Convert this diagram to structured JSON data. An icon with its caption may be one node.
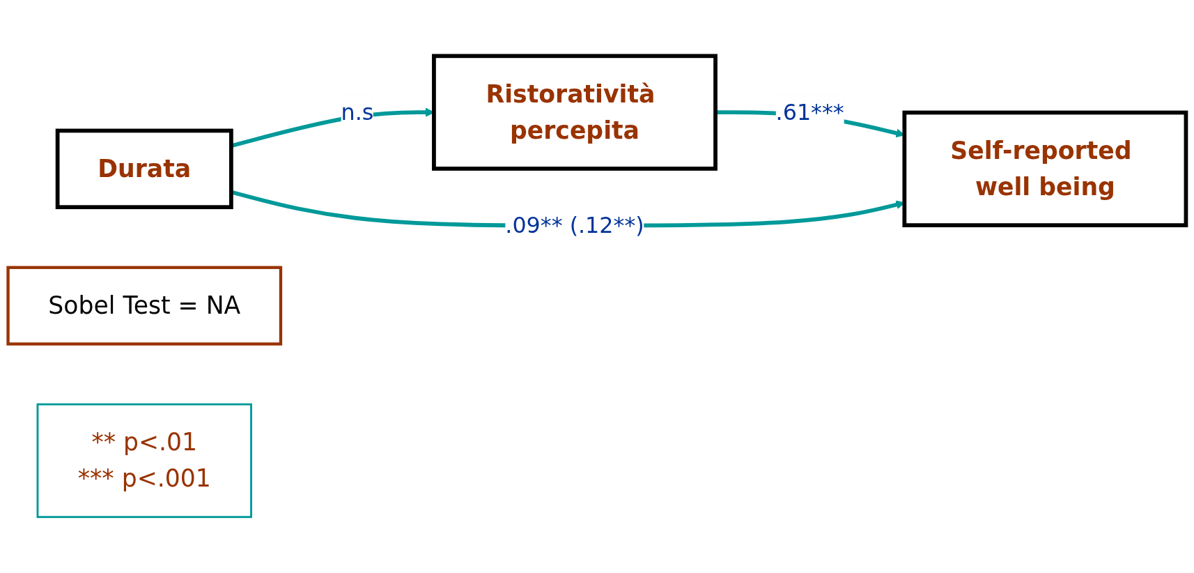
{
  "diagram": {
    "nodes": [
      {
        "text": [
          "Ristoratività percepita"
        ]
      },
      {
        "text": [
          "Durata"
        ]
      },
      {
        "text": [
          "Self-reported well being"
        ]
      },
      {
        "text": [
          "Sobel Test = NA"
        ]
      },
      {
        "text": [
          "** p<.01",
          "*** p<.001"
        ]
      }
    ],
    "edges": [
      {
        "from": 1,
        "to": 0,
        "arrow": "to",
        "label": "n.s"
      },
      {
        "from": 0,
        "to": 2,
        "arrow": "to",
        "label": ".61***"
      },
      {
        "from": 1,
        "to": 2,
        "arrow": "to",
        "label": ".09** (.12**)"
      }
    ]
  }
}
